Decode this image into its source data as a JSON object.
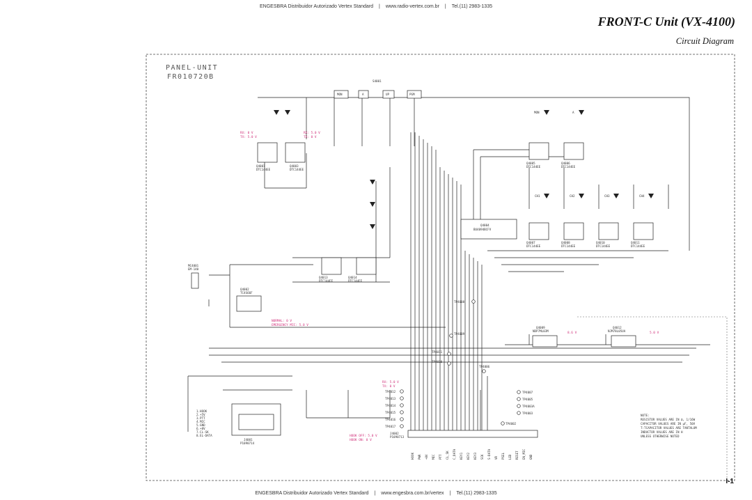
{
  "header": {
    "dealer": "ENGESBRA Distribuidor Autorizado Vertex Standard",
    "site": "www.radio-vertex.com.br",
    "phone": "Tel.(11) 2983-1335"
  },
  "footer": {
    "dealer": "ENGESBRA Distribuidor Autorizado Vertex Standard",
    "site": "www.engesbra.com.br/vertex",
    "phone": "Tel.(11) 2983-1335"
  },
  "title": "FRONT-C Unit (VX-4100)",
  "subtitle": "Circuit Diagram",
  "page_number": "I-1",
  "schematic": {
    "panel_title": "PANEL-UNIT",
    "panel_code": "FR010720B",
    "switches": [
      "MON",
      "A",
      "UP",
      "PGM"
    ],
    "switch_ref": "S4001",
    "transistors": [
      {
        "ref": "Q4001",
        "part": "DTC144EE"
      },
      {
        "ref": "Q4003",
        "part": "DTC144EE"
      },
      {
        "ref": "Q4005",
        "part": "DTC144EE"
      },
      {
        "ref": "Q4006",
        "part": "DTC144EE"
      },
      {
        "ref": "Q4007",
        "part": "DTC144EE"
      },
      {
        "ref": "Q4008",
        "part": "DTC144EE"
      },
      {
        "ref": "Q4010",
        "part": "DTC144EE"
      },
      {
        "ref": "Q4011",
        "part": "DTC144EE"
      },
      {
        "ref": "Q4013",
        "part": "DTC144EE"
      },
      {
        "ref": "Q4014",
        "part": "DTC144EE"
      }
    ],
    "ic_shift": {
      "ref": "Q4004",
      "part": "BU4094BCFV"
    },
    "ic_vic": {
      "ref": "Q4002",
      "part": "TC4S66F"
    },
    "reg1": {
      "ref": "Q4009",
      "part": "NDP7ML03M"
    },
    "reg2": {
      "ref": "Q4012",
      "part": "NJM78L05UA"
    },
    "mic_jack": {
      "ref": "MC4001",
      "part": "EM-140"
    },
    "connector_main": {
      "ref": "J4001",
      "part": "P1090714"
    },
    "connector_bottom": {
      "ref": "J4002",
      "part": "P1090713"
    },
    "channel_leds": [
      "MON",
      "A",
      "CH1",
      "CH2",
      "CH3",
      "CH4"
    ],
    "jack_pins": [
      "1.HOOK",
      "2.+5V",
      "3.PTT",
      "4.MIC",
      "5.GND",
      "6.+8V",
      "7.CL-SK",
      "8.EL-DATA"
    ],
    "test_points": [
      "TP4008",
      "TP4009",
      "TP4011",
      "TP4010",
      "TP4006",
      "TP4012",
      "TP4013",
      "TP4014",
      "TP4015",
      "TP4016",
      "TP4017",
      "TP4007",
      "TP4005",
      "TP4003A",
      "TP4003",
      "TP4002"
    ],
    "bottom_pins": [
      "HOOK",
      "PWR",
      "+8V",
      "MIC",
      "PTT",
      "CL_SK",
      "C_DATA",
      "KEY1",
      "KEY2",
      "KEY3",
      "SCK",
      "S-DATA",
      "VR",
      "PSEL",
      "LED",
      "RESET",
      "EN_MIC",
      "GND"
    ],
    "volt_rx_tx_1": [
      "RX: 0 V",
      "TX: 5.0 V"
    ],
    "volt_rx_tx_2": [
      "RX: 5.0 V",
      "TX: 0 V"
    ],
    "volt_rx_tx_3": [
      "RX: 5.0 V",
      "TX: 0 V"
    ],
    "mic_state": [
      "NORMAL: 0 V",
      "EMERGENCY MIC: 5.0 V"
    ],
    "hook_state": [
      "HOOK OFF: 5.0 V",
      "HOOK ON: 0 V"
    ],
    "volt_reg1": "8.6 V",
    "volt_reg2": "5.0 V",
    "note_lines": [
      "NOTE:",
      "RESISTOR VALUES ARE IN Ω, 1/16W",
      "CAPACITOR VALUES ARE IN μF, 50V",
      "T:TCAPACITOR VALUES ARE TANTALUM",
      "INDUCTOR VALUES ARE IN H",
      "UNLESS OTHERWISE NOTED"
    ]
  }
}
